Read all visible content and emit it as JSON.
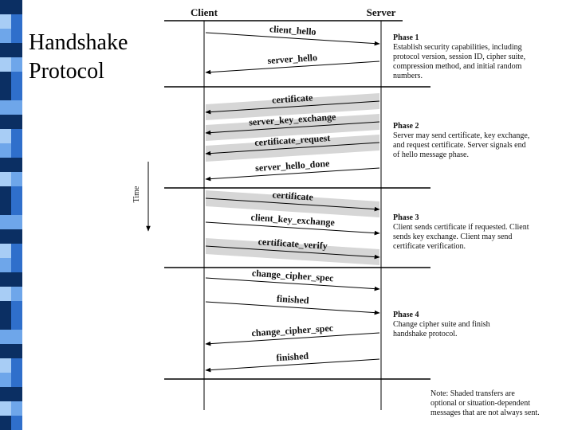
{
  "slide": {
    "title_lines": [
      "Handshake",
      "Protocol"
    ]
  },
  "diagram": {
    "client_label": "Client",
    "server_label": "Server",
    "time_label": "Time",
    "messages": [
      {
        "label": "client_hello",
        "direction": "to-server",
        "shaded": false
      },
      {
        "label": "server_hello",
        "direction": "to-client",
        "shaded": false
      },
      {
        "label": "certificate",
        "direction": "to-client",
        "shaded": true
      },
      {
        "label": "server_key_exchange",
        "direction": "to-client",
        "shaded": true
      },
      {
        "label": "certificate_request",
        "direction": "to-client",
        "shaded": true
      },
      {
        "label": "server_hello_done",
        "direction": "to-client",
        "shaded": false
      },
      {
        "label": "certificate",
        "direction": "to-server",
        "shaded": true
      },
      {
        "label": "client_key_exchange",
        "direction": "to-server",
        "shaded": false
      },
      {
        "label": "certificate_verify",
        "direction": "to-server",
        "shaded": true
      },
      {
        "label": "change_cipher_spec",
        "direction": "to-server",
        "shaded": false
      },
      {
        "label": "finished",
        "direction": "to-server",
        "shaded": false
      },
      {
        "label": "change_cipher_spec",
        "direction": "to-client",
        "shaded": false
      },
      {
        "label": "finished",
        "direction": "to-client",
        "shaded": false
      }
    ],
    "phases": [
      {
        "title": "Phase 1",
        "lines": [
          "Establish security capabilities, including",
          "protocol version, session ID, cipher suite,",
          "compression method, and initial random",
          "numbers."
        ]
      },
      {
        "title": "Phase 2",
        "lines": [
          "Server may send certificate, key exchange,",
          "and request certificate. Server signals end",
          "of hello message phase."
        ]
      },
      {
        "title": "Phase 3",
        "lines": [
          "Client sends certificate if requested. Client",
          "sends key exchange. Client may send",
          "certificate verification."
        ]
      },
      {
        "title": "Phase 4",
        "lines": [
          "Change cipher suite and finish",
          "handshake protocol."
        ]
      }
    ],
    "note_lines": [
      "Note: Shaded transfers are",
      "optional or situation-dependent",
      "messages that are not always sent."
    ]
  },
  "colors": {
    "strip_dark": "#0b2f63",
    "strip_mid": "#2f6fcb",
    "strip_light": "#6ea6ea",
    "strip_pale": "#a8cdf5",
    "shade": "#d6d6d6",
    "line": "#000000"
  }
}
